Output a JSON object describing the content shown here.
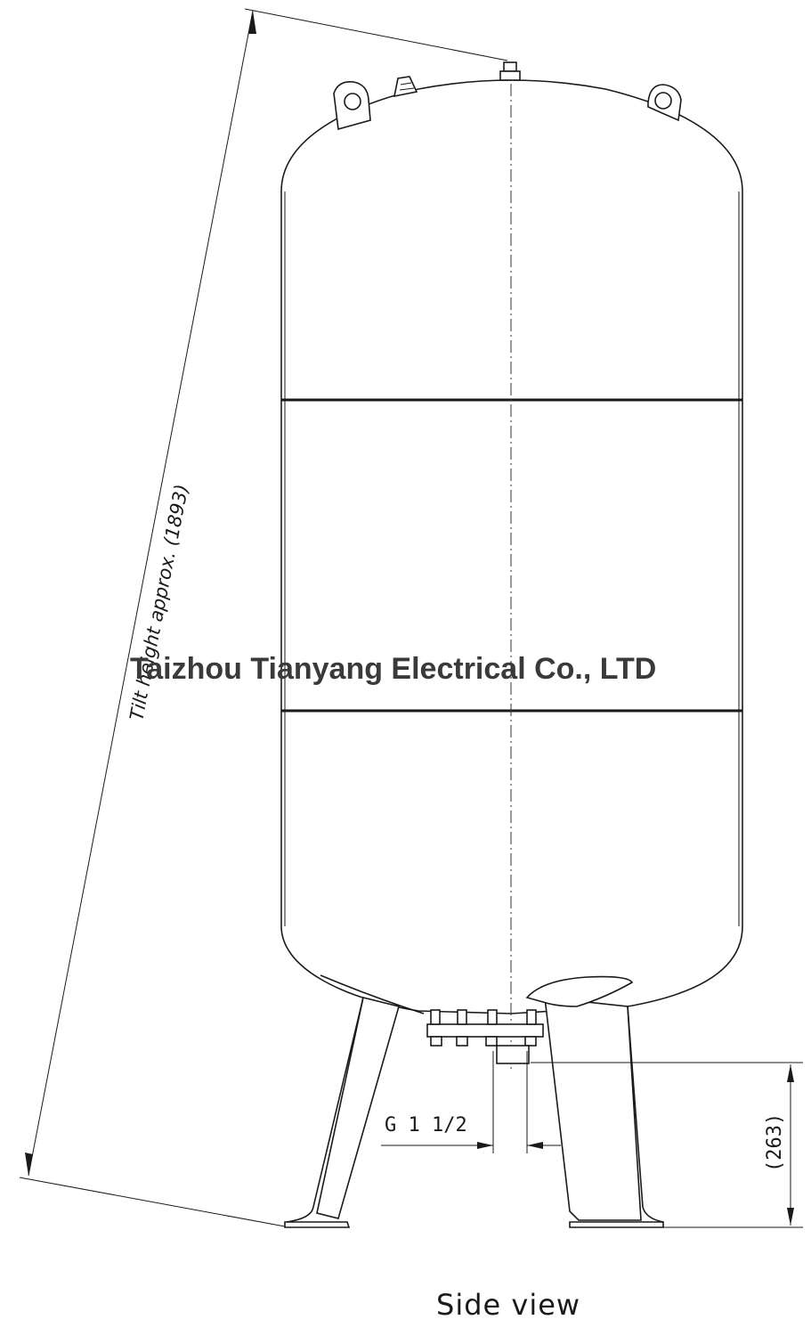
{
  "watermark": "Taizhou Tianyang Electrical Co., LTD",
  "caption": "Side view",
  "dimensions": {
    "tilt_height_label": "Tilt height approx. (1893)",
    "connection_label": "G 1 1/2",
    "leg_height_label": "(263)"
  }
}
